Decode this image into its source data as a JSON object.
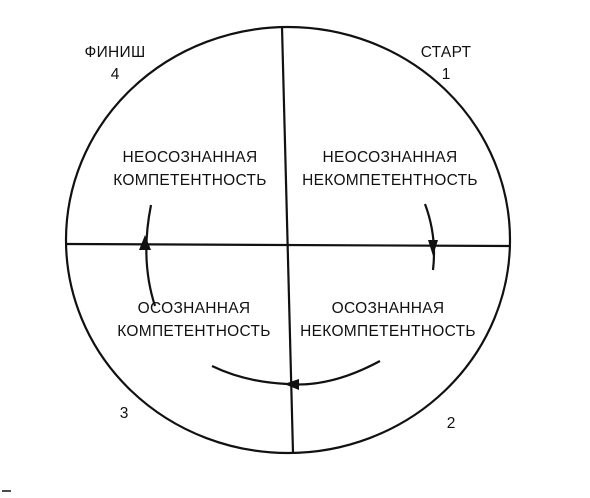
{
  "corners": {
    "finish": "ФИНИШ",
    "finish_number": "4",
    "start": "СТАРТ",
    "start_number": "1",
    "bottom_left_number": "3",
    "bottom_right_number": "2"
  },
  "quadrants": {
    "top_left": {
      "line1": "НЕОСОЗНАННАЯ",
      "line2": "КОМПЕТЕНТНОСТЬ"
    },
    "top_right": {
      "line1": "НЕОСОЗНАННАЯ",
      "line2": "НЕКОМПЕТЕНТНОСТЬ"
    },
    "bottom_left": {
      "line1": "ОСОЗНАННАЯ",
      "line2": "КОМПЕТЕНТНОСТЬ"
    },
    "bottom_right": {
      "line1": "ОСОЗНАННАЯ",
      "line2": "НЕКОМПЕТЕНТНОСТЬ"
    }
  },
  "colors": {
    "ink": "#111111",
    "background": "#ffffff"
  }
}
